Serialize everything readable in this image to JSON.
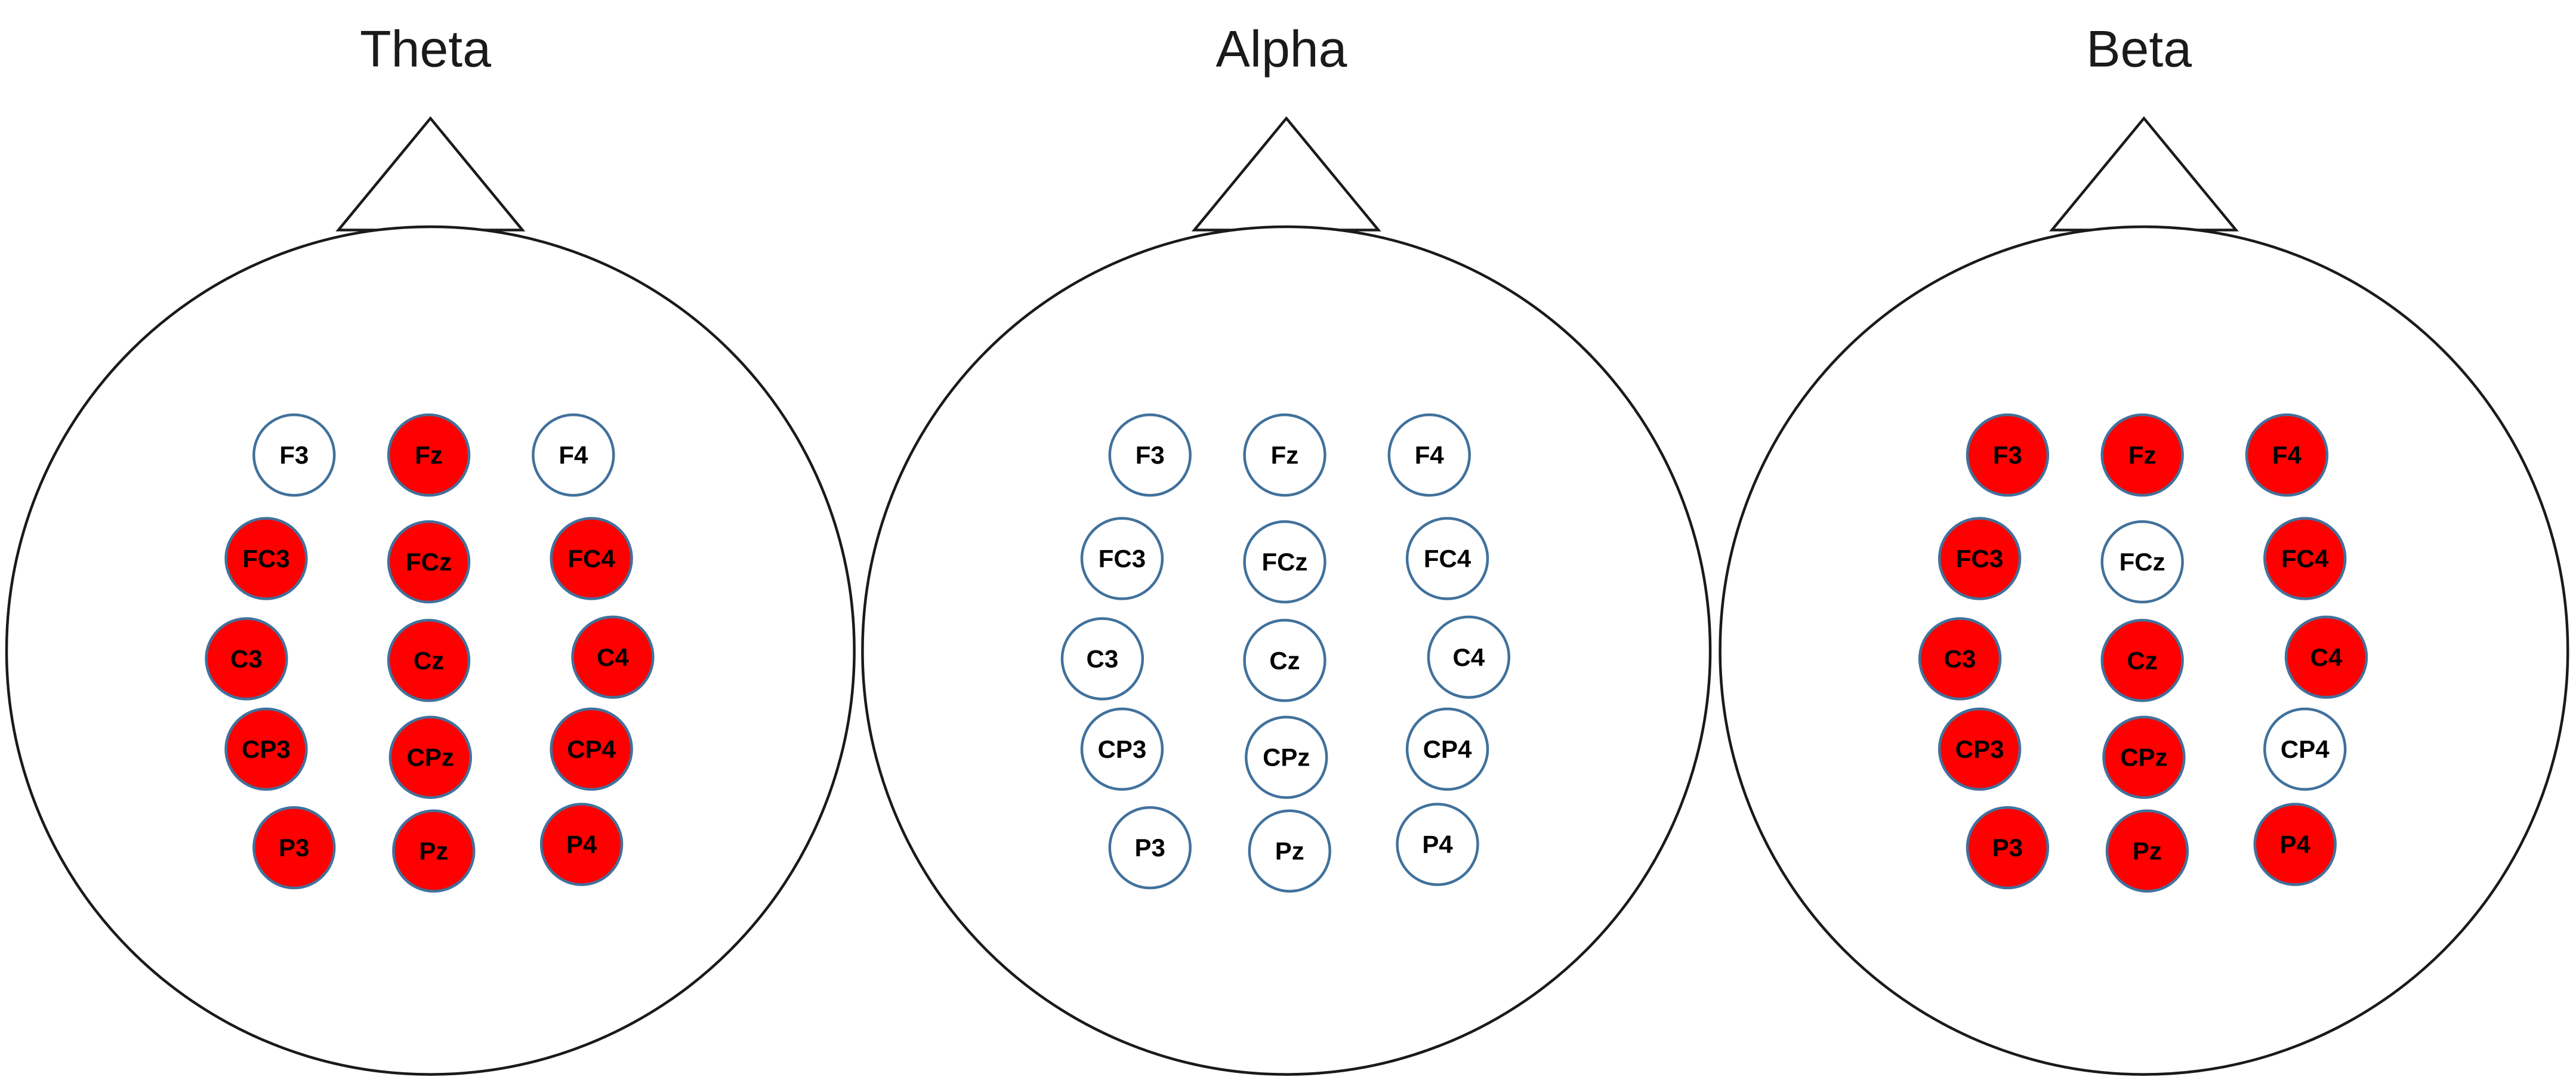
{
  "colors": {
    "active_fill": "#ff0000",
    "inactive_fill": "#ffffff",
    "outline": "#41719c",
    "head_stroke": "#1a1a1a"
  },
  "panels": [
    {
      "title": "Theta",
      "electrodes": [
        {
          "label": "F3",
          "active": false
        },
        {
          "label": "Fz",
          "active": true
        },
        {
          "label": "F4",
          "active": false
        },
        {
          "label": "FC3",
          "active": true
        },
        {
          "label": "FCz",
          "active": true
        },
        {
          "label": "FC4",
          "active": true
        },
        {
          "label": "C3",
          "active": true
        },
        {
          "label": "Cz",
          "active": true
        },
        {
          "label": "C4",
          "active": true
        },
        {
          "label": "CP3",
          "active": true
        },
        {
          "label": "CPz",
          "active": true
        },
        {
          "label": "CP4",
          "active": true
        },
        {
          "label": "P3",
          "active": true
        },
        {
          "label": "Pz",
          "active": true
        },
        {
          "label": "P4",
          "active": true
        }
      ]
    },
    {
      "title": "Alpha",
      "electrodes": [
        {
          "label": "F3",
          "active": false
        },
        {
          "label": "Fz",
          "active": false
        },
        {
          "label": "F4",
          "active": false
        },
        {
          "label": "FC3",
          "active": false
        },
        {
          "label": "FCz",
          "active": false
        },
        {
          "label": "FC4",
          "active": false
        },
        {
          "label": "C3",
          "active": false
        },
        {
          "label": "Cz",
          "active": false
        },
        {
          "label": "C4",
          "active": false
        },
        {
          "label": "CP3",
          "active": false
        },
        {
          "label": "CPz",
          "active": false
        },
        {
          "label": "CP4",
          "active": false
        },
        {
          "label": "P3",
          "active": false
        },
        {
          "label": "Pz",
          "active": false
        },
        {
          "label": "P4",
          "active": false
        }
      ]
    },
    {
      "title": "Beta",
      "electrodes": [
        {
          "label": "F3",
          "active": true
        },
        {
          "label": "Fz",
          "active": true
        },
        {
          "label": "F4",
          "active": true
        },
        {
          "label": "FC3",
          "active": true
        },
        {
          "label": "FCz",
          "active": false
        },
        {
          "label": "FC4",
          "active": true
        },
        {
          "label": "C3",
          "active": true
        },
        {
          "label": "Cz",
          "active": true
        },
        {
          "label": "C4",
          "active": true
        },
        {
          "label": "CP3",
          "active": true
        },
        {
          "label": "CPz",
          "active": true
        },
        {
          "label": "CP4",
          "active": false
        },
        {
          "label": "P3",
          "active": true
        },
        {
          "label": "Pz",
          "active": true
        },
        {
          "label": "P4",
          "active": true
        }
      ]
    }
  ]
}
